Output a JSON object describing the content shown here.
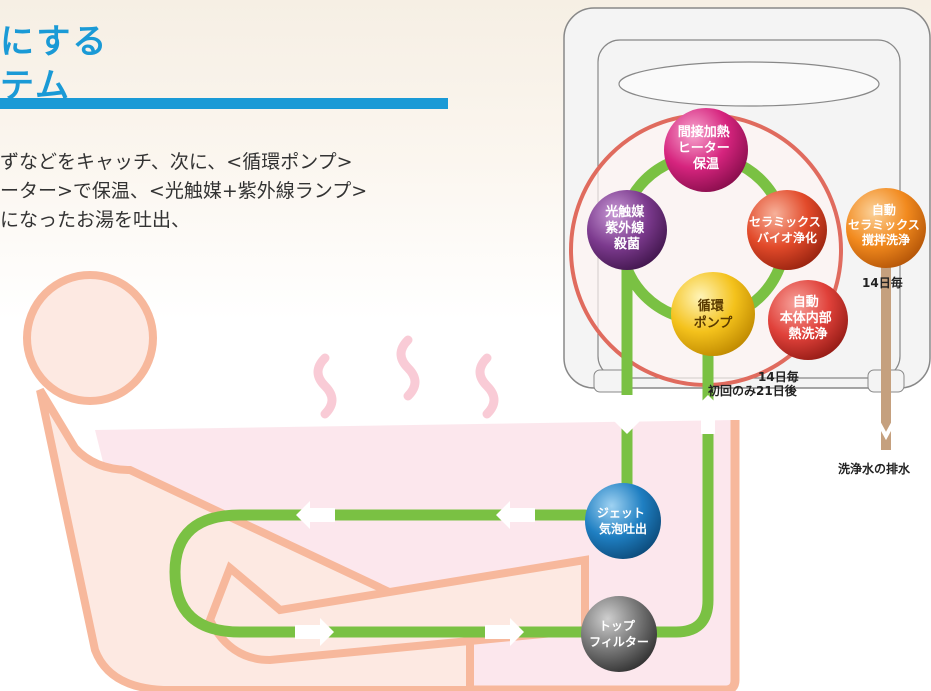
{
  "heading": {
    "line1": "にする",
    "line2": "テム"
  },
  "description": [
    "ずなどをキャッチ、次に、<循環ポンプ>",
    "ーター>で保温、<光触媒+紫外線ランプ>",
    "になったお湯を吐出、"
  ],
  "nodes": {
    "heater": [
      "間接加熱",
      "ヒーター",
      "保温"
    ],
    "photocatalyst": [
      "光触媒",
      "紫外線",
      "殺菌"
    ],
    "ceramic_bio": [
      "セラミックス",
      "バイオ浄化"
    ],
    "ceramic_wash": [
      "自動",
      "セラミックス",
      "撹拌洗浄"
    ],
    "pump": [
      "循環",
      "ポンプ"
    ],
    "heat_wash": [
      "自動",
      "本体内部",
      "熱洗浄"
    ],
    "jet": [
      "ジェット",
      "気泡吐出"
    ],
    "filter": [
      "トップ",
      "フィルター"
    ]
  },
  "notes": {
    "ceramic_interval": "14日毎",
    "heat_interval_1": "14日毎",
    "heat_interval_2": "初回のみ21日後",
    "drain": "洗浄水の排水"
  },
  "colors": {
    "accent_blue": "#1a9ad6",
    "pipe_green": "#7ac143",
    "ring_red": "#e06b5e",
    "figure_line": "#f7b89c",
    "tub_fill": "#fbe3ea",
    "heater_magenta": "#d6247e",
    "photo_purple": "#7c3a8e",
    "bio_red": "#e24a2a",
    "wash_orange": "#f28a1e",
    "pump_yellow": "#f4c21c",
    "heat_red": "#e0413a",
    "jet_blue": "#1f7fc2",
    "filter_gray": "#666666"
  }
}
